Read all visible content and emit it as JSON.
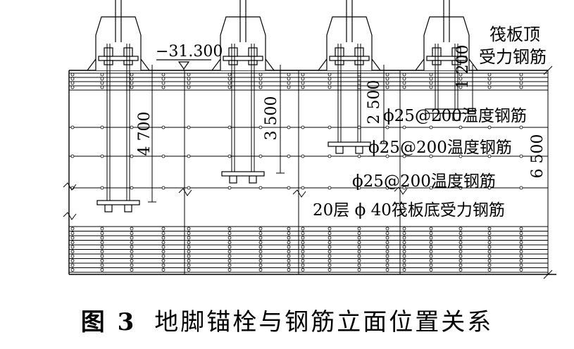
{
  "elevation": {
    "value": "−31.300"
  },
  "dimensions": {
    "anchor1_depth": "4 700",
    "anchor2_depth": "3 500",
    "anchor3_depth": "2 500",
    "anchor4_depth": "1 200",
    "raft_thickness": "6 500"
  },
  "labels": {
    "top_rebar_line1": "筏板顶",
    "top_rebar_line2": "受力钢筋",
    "temp_rebar_1": "ϕ25@200温度钢筋",
    "temp_rebar_2": "ϕ25@200温度钢筋",
    "temp_rebar_3": "ϕ25@200温度钢筋",
    "bottom_rebar": "20层 ϕ 40筏板底受力钢筋"
  },
  "caption": {
    "number": "图 3",
    "title": "地脚锚栓与钢筋立面位置关系"
  }
}
